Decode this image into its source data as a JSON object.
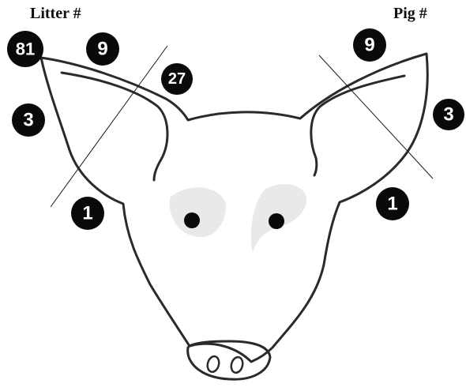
{
  "headings": {
    "left": "Litter #",
    "right": "Pig #"
  },
  "notch_values": {
    "left_ear_top_outer": "81",
    "left_ear_top": "9",
    "left_ear_inner": "27",
    "left_ear_side": "3",
    "left_ear_bottom": "1",
    "right_ear_top": "9",
    "right_ear_side": "3",
    "right_ear_bottom": "1"
  },
  "colors": {
    "outline": "#2a2a2a",
    "badge": "#0a0a0a",
    "badge_text": "#ffffff",
    "background": "#ffffff"
  }
}
